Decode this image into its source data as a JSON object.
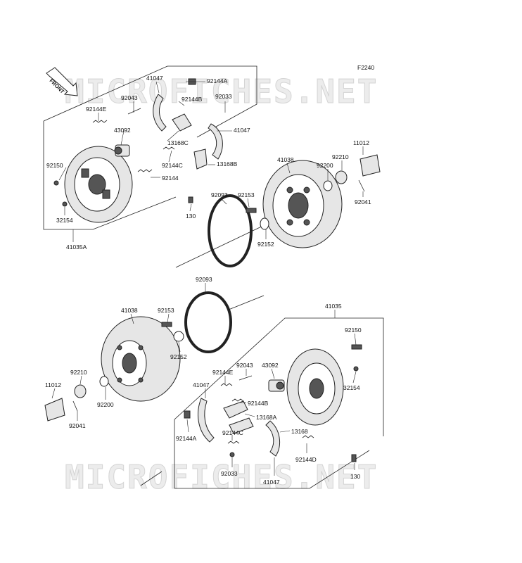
{
  "figure_code": "F2240",
  "watermark": "MICROFICHES.NET",
  "front_arrow_label": "FRONT",
  "labels": {
    "t_41047": "41047",
    "t_92144A": "92144A",
    "t_92043": "92043",
    "t_92144B": "92144B",
    "t_92033": "92033",
    "t_92144E": "92144E",
    "t_43092": "43092",
    "t_41047b": "41047",
    "t_13168C": "13168C",
    "t_92150": "92150",
    "t_92144C": "92144C",
    "t_13168B": "13168B",
    "t_92144": "92144",
    "t_32154": "32154",
    "t_130": "130",
    "t_41035A": "41035A",
    "t_41038": "41038",
    "t_92200": "92200",
    "t_92210": "92210",
    "t_11012": "11012",
    "t_92093": "92093",
    "t_92153": "92153",
    "t_92152": "92152",
    "t_92041": "92041",
    "b_92093": "92093",
    "b_41038": "41038",
    "b_92153": "92153",
    "b_92152": "92152",
    "b_92210": "92210",
    "b_11012": "11012",
    "b_92200": "92200",
    "b_92041": "92041",
    "b_41035": "41035",
    "b_92150": "92150",
    "b_92043": "92043",
    "b_43092": "43092",
    "b_92144E": "92144E",
    "b_41047": "41047",
    "b_32154": "32154",
    "b_92144B": "92144B",
    "b_13168A": "13168A",
    "b_92144A": "92144A",
    "b_13168": "13168",
    "b_92144C": "92144C",
    "b_92144D": "92144D",
    "b_92033": "92033",
    "b_41047b": "41047",
    "b_130": "130"
  }
}
